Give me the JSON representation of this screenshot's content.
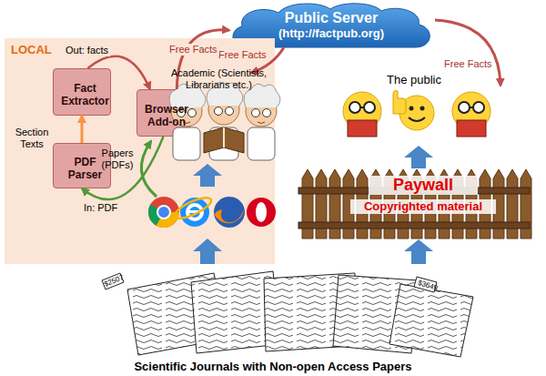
{
  "diagram": {
    "caption": "Scientific Journals with Non-open Access Papers",
    "nodes": [
      {
        "text": [
          "Public Server",
          "(http://factpub.org)"
        ]
      },
      {
        "text": [
          "LOCAL"
        ]
      },
      {
        "text": [
          "Fact Extractor"
        ],
        "in": 1
      },
      {
        "text": [
          "PDF Parser"
        ],
        "in": 1
      },
      {
        "text": [
          "Browser Add-on"
        ],
        "in": 1
      }
    ],
    "edges": [
      {
        "from": 3,
        "to": 2,
        "arrow": "to",
        "label": "Section Texts"
      },
      {
        "from": 2,
        "to": 4,
        "arrow": "to",
        "label": "Out: facts"
      },
      {
        "from": 4,
        "to": 3,
        "arrow": "to",
        "label": "In: PDF"
      },
      {
        "from": 4,
        "to": 0,
        "arrow": "to",
        "label": "Free Facts"
      }
    ],
    "labels": [
      "Academic (Scientists, Librarians etc.)",
      "Papers (PDFs)",
      "Free Facts",
      "The public",
      "Free Facts",
      "Paywall",
      "Copyrighted material",
      "$2507",
      "$3649"
    ]
  }
}
